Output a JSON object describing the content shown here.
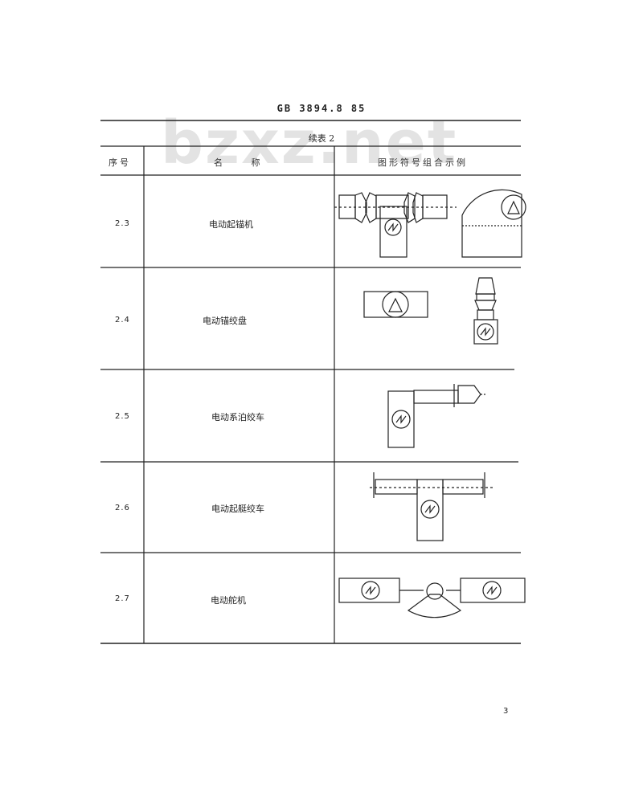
{
  "document": {
    "standard_header": "GB 3894.8  85",
    "watermark": "bzxz.net",
    "table_caption": "续表 2",
    "columns": {
      "serial": "序号",
      "name": "名     称",
      "example": "图形符号组合示例"
    },
    "rows": [
      {
        "id": "2.3",
        "name": "电动起锚机"
      },
      {
        "id": "2.4",
        "name": "电动锚绞盘"
      },
      {
        "id": "2.5",
        "name": "电动系泊绞车"
      },
      {
        "id": "2.6",
        "name": "电动起艇绞车"
      },
      {
        "id": "2.7",
        "name": "电动舵机"
      }
    ],
    "page_number": "3"
  }
}
